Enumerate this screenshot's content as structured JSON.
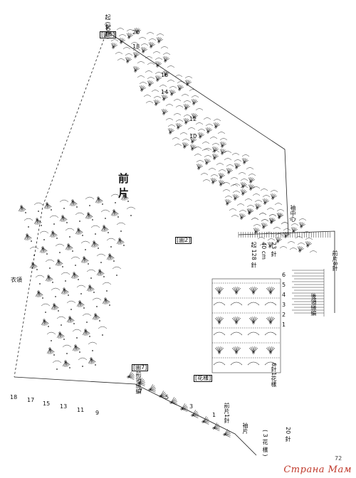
{
  "labels": {
    "fig1": "[圖1]",
    "fig2": "[圖2]",
    "fig7": "[圖7]",
    "pattern": "[花樣]",
    "body_panel": "前 片",
    "collar_edge": "衣領",
    "armhole_edging": "前領緣編",
    "top_count": "起 (20針)",
    "back_neck": "後領緣編",
    "start_note": "起 128 針",
    "sleeve_center": "袖中心",
    "row_note": "8針1花樣",
    "right_count": "前片8針",
    "bottom_note": "( 3 花 樣 )",
    "start_chain": "前片1針",
    "mid_note": "袖片",
    "watermark": "Страна Мам",
    "page_number": "72"
  },
  "row_numbers_left": [
    "18",
    "17",
    "15",
    "13",
    "11",
    "9",
    "7",
    "5",
    "3",
    "1"
  ],
  "row_numbers_pattern": [
    "6",
    "5",
    "4",
    "3",
    "2",
    "1"
  ],
  "row_numbers_top": [
    "20",
    "18",
    "16",
    "14",
    "12",
    "10"
  ],
  "small_notes": [
    "40 cm",
    "23 針",
    "20 針"
  ]
}
